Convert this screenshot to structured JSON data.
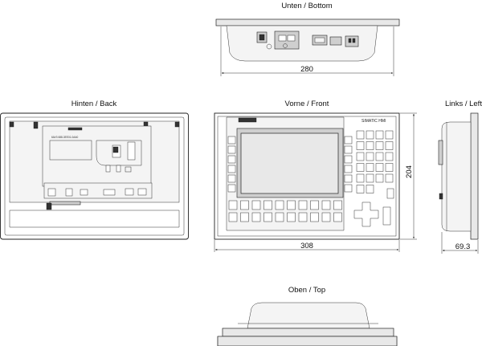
{
  "views": {
    "bottom": {
      "title": "Unten / Bottom",
      "dimension": "280"
    },
    "back": {
      "title": "Hinten / Back",
      "label_lines": [
        "6AV3 688-3EE01-0AA0"
      ]
    },
    "front": {
      "title": "Vorne / Front",
      "brand": "SIMATIC HMI",
      "width_dimension": "308",
      "height_dimension": "204"
    },
    "left": {
      "title": "Links / Left",
      "depth_dimension": "69.3"
    },
    "top": {
      "title": "Oben / Top"
    }
  }
}
